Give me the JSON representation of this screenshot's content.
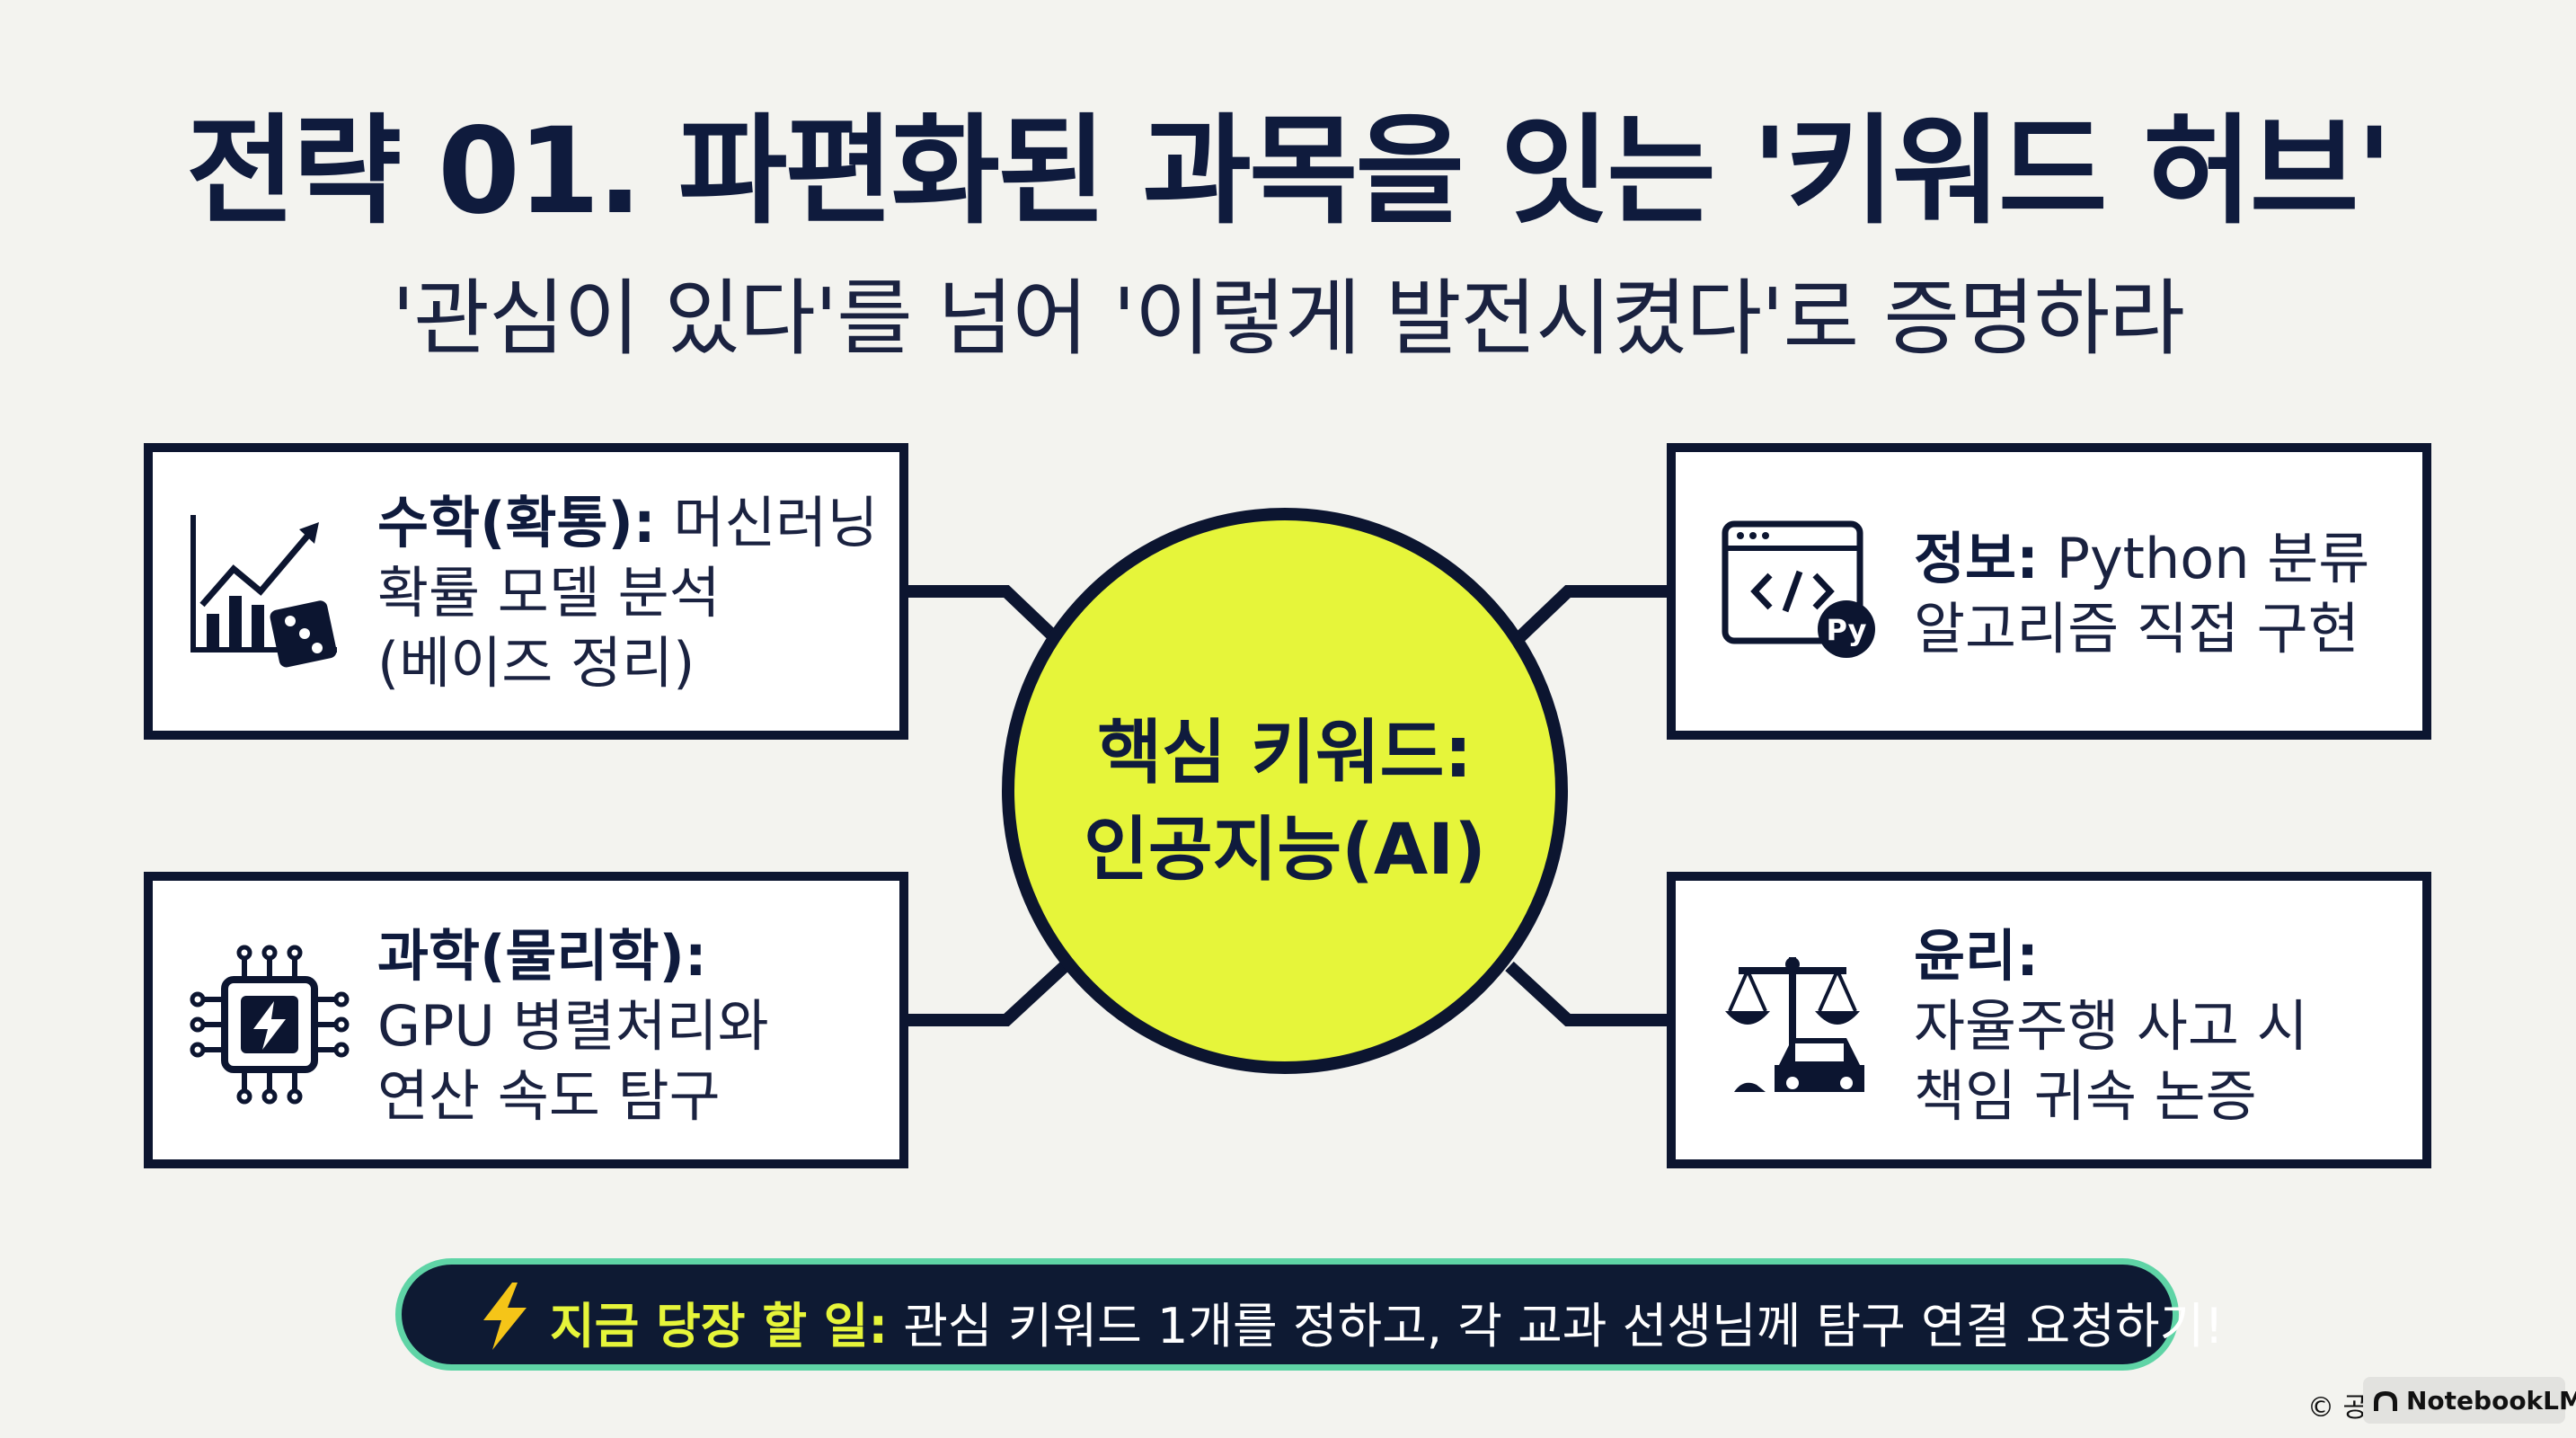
{
  "title": "전략 01. 파편화된 과목을 잇는 '키워드 허브'",
  "subtitle": "'관심이 있다'를 넘어 '이렇게 발전시켰다'로 증명하라",
  "hub": {
    "line1": "핵심 키워드:",
    "line2": "인공지능(AI)"
  },
  "cards": {
    "math": {
      "icon": "chart-dice-icon",
      "label": "수학(확통):",
      "line1": " 머신러닝",
      "line2": "확률 모델 분석",
      "line3": "(베이즈 정리)"
    },
    "info": {
      "icon": "python-code-icon",
      "icon_text": "Py",
      "label": "정보:",
      "line1": " Python 분류",
      "line2": "알고리즘 직접 구현"
    },
    "science": {
      "icon": "chip-icon",
      "label": "과학(물리학):",
      "line2": "GPU 병렬처리와",
      "line3": "연산 속도 탐구"
    },
    "ethics": {
      "icon": "scales-car-icon",
      "label": "윤리:",
      "line2": "자율주행 사고 시",
      "line3": "책임 귀속 논증"
    }
  },
  "action": {
    "icon": "lightning-icon",
    "label": "지금 당장 할 일:",
    "text": " 관심 키워드 1개를 정하고, 각 교과 선생님께 탐구 연결 요청하기!"
  },
  "watermark": {
    "copyright": "© 공",
    "brand": "NotebookLM"
  },
  "colors": {
    "navy": "#0c1530",
    "hub_fill": "#e6f53a",
    "action_border": "#5fd4a6",
    "background": "#f3f3ef"
  }
}
